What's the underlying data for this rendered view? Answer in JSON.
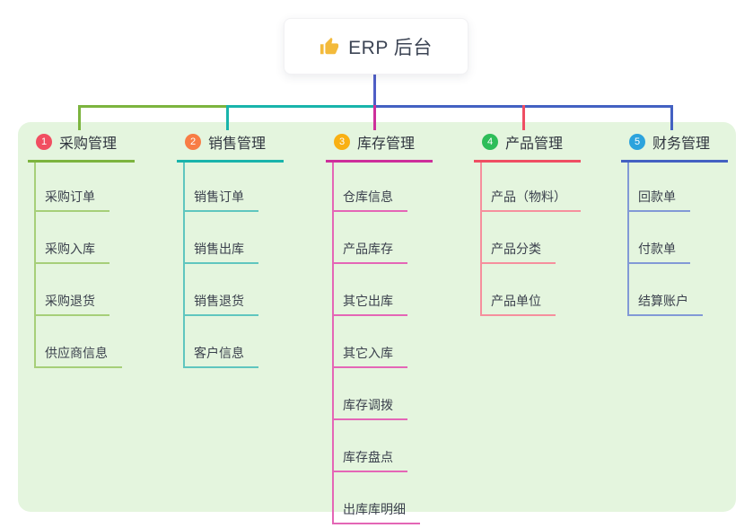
{
  "root": {
    "label": "ERP 后台",
    "icon": "thumbs-up-icon"
  },
  "colors": {
    "page_bg": "#ffffff",
    "panel_bg": "#e4f5de",
    "root_line": "#4f5ec6",
    "root_text": "#3c4454"
  },
  "branches": [
    {
      "num": "1",
      "title": "采购管理",
      "badge_color": "#f14e61",
      "line_color": "#7cb43e",
      "child_line_color": "#a6cf79",
      "children": [
        "采购订单",
        "采购入库",
        "采购退货",
        "供应商信息"
      ]
    },
    {
      "num": "2",
      "title": "销售管理",
      "badge_color": "#f87d45",
      "line_color": "#19b4ab",
      "child_line_color": "#5fc6bf",
      "children": [
        "销售订单",
        "销售出库",
        "销售退货",
        "客户信息"
      ]
    },
    {
      "num": "3",
      "title": "库存管理",
      "badge_color": "#f9b013",
      "line_color": "#cd2f9b",
      "child_line_color": "#e466b6",
      "children": [
        "仓库信息",
        "产品库存",
        "其它出库",
        "其它入库",
        "库存调拨",
        "库存盘点",
        "出库库明细"
      ]
    },
    {
      "num": "4",
      "title": "产品管理",
      "badge_color": "#2ebd59",
      "line_color": "#ef4e63",
      "child_line_color": "#f68f9d",
      "children": [
        "产品（物料）",
        "产品分类",
        "产品单位"
      ]
    },
    {
      "num": "5",
      "title": "财务管理",
      "badge_color": "#2ca3dd",
      "line_color": "#4361c2",
      "child_line_color": "#8299d6",
      "children": [
        "回款单",
        "付款单",
        "结算账户"
      ]
    }
  ]
}
